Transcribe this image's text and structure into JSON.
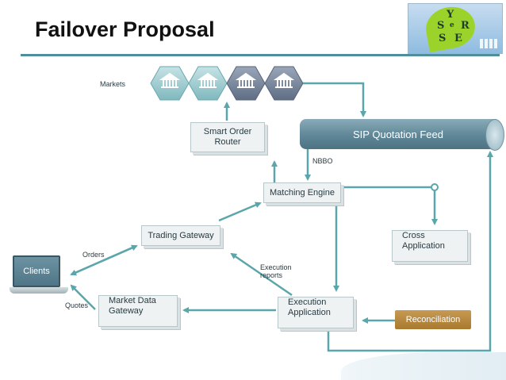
{
  "slide": {
    "title": "Failover Proposal"
  },
  "logo": {
    "letters": [
      "Y",
      "S",
      "R",
      "S",
      "E",
      "e"
    ]
  },
  "diagram": {
    "markets_label": "Markets",
    "market_icons": [
      "bank-icon",
      "bank-icon",
      "bank-icon",
      "bank-icon"
    ],
    "sip_feed": "SIP Quotation Feed",
    "smart_order_router": [
      "Smart Order",
      "Router"
    ],
    "nbbo_label": "NBBO",
    "matching_engine": "Matching Engine",
    "trading_gateway": "Trading Gateway",
    "cross_application": [
      "Cross",
      "Application"
    ],
    "orders_label": "Orders",
    "execution_reports_label": [
      "Execution",
      "reports"
    ],
    "clients": "Clients",
    "quotes_label": "Quotes",
    "market_data_gateway": [
      "Market Data",
      "Gateway"
    ],
    "execution_application": [
      "Execution",
      "Application"
    ],
    "reconciliation": "Reconciliation"
  },
  "colors": {
    "arrow": "#5aa6aa",
    "hex_light": "#97c8cc",
    "hex_dark": "#6f7f96",
    "reconciliation": "#b5873b",
    "sip_feed": "#5f8797"
  }
}
